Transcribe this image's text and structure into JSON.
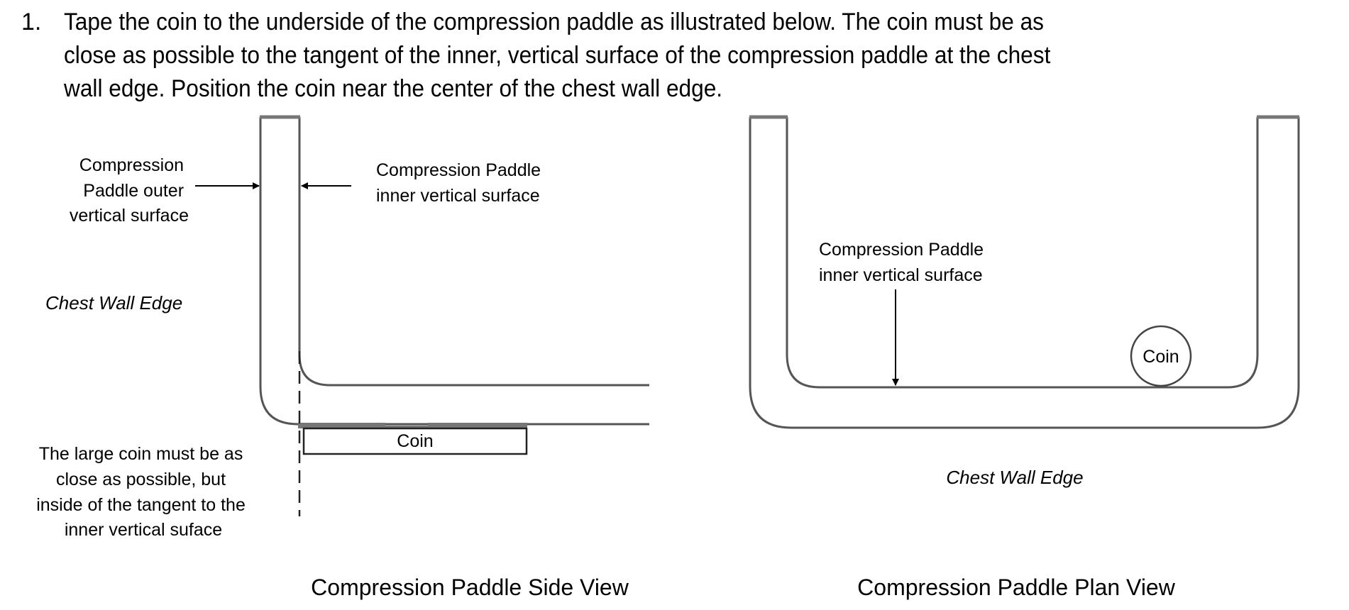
{
  "instruction": {
    "number": "1.",
    "lines": [
      "Tape the coin to the underside of the compression paddle as illustrated below. The coin must be as",
      "close as possible to the tangent of the inner, vertical surface of the compression paddle at the chest",
      "wall edge. Position the coin near the center of the chest wall edge."
    ]
  },
  "side_view": {
    "caption": "Compression Paddle Side View",
    "outer_surface_label": [
      "Compression",
      "Paddle outer",
      "vertical surface"
    ],
    "inner_surface_label": [
      "Compression Paddle",
      "inner vertical surface"
    ],
    "chest_wall_label": "Chest Wall Edge",
    "coin_label": "Coin",
    "note_label": [
      "The large coin must be as",
      "close as possible, but",
      "inside of the tangent to the",
      "inner vertical suface"
    ]
  },
  "plan_view": {
    "caption": "Compression Paddle Plan View",
    "inner_surface_label": [
      "Compression Paddle",
      "inner vertical surface"
    ],
    "chest_wall_label": "Chest Wall Edge",
    "coin_label": "Coin"
  },
  "colors": {
    "outline": "#555555",
    "text": "#000000",
    "tape": "#777777"
  }
}
